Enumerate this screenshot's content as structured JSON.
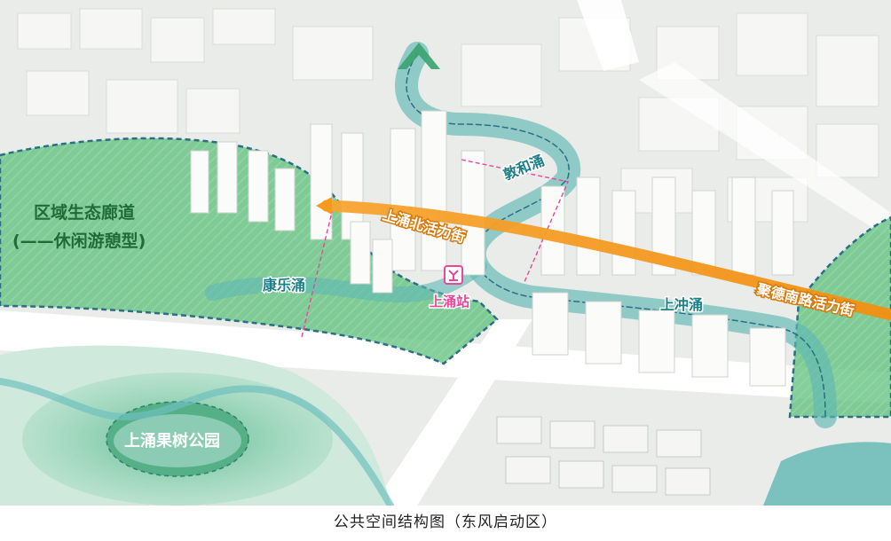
{
  "caption": "公共空间结构图（东风启动区）",
  "labels": {
    "corridor_line1": "区域生态廊道",
    "corridor_line2": "(——休闲游憩型)",
    "kangle": "康乐涌",
    "dunhe": "敦和涌",
    "shangchong": "上冲涌",
    "north_street": "上涌北活力街",
    "jude_street": "聚德南路活力街",
    "station": "上涌站",
    "park": "上涌果树公园"
  },
  "colors": {
    "green_corridor": "#5cbf7a",
    "river": "#5fb8b4",
    "vitality_street": "#f59a1c",
    "station_pink": "#e8479a",
    "corridor_text": "#1f6b3a",
    "river_text": "#1a7f86"
  },
  "icons": {
    "station": "metro-station-icon",
    "north_arrow": "north-arrow-icon"
  }
}
